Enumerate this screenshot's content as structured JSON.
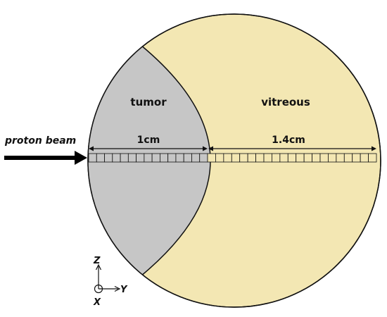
{
  "labels": {
    "tumor": "tumor",
    "vitreous": "vitreous",
    "beam": "proton beam",
    "tumor_depth": "1cm",
    "vitreous_depth": "1.4cm"
  },
  "axes": {
    "z": "Z",
    "y": "Y",
    "x": "X"
  },
  "colors": {
    "vitreous": "#f3e7b3",
    "tumor": "#c6c6c6",
    "outline": "#111111",
    "beam_arrow": "#000000"
  },
  "detector": {
    "tumor_cells": 15,
    "vitreous_cells": 21
  }
}
